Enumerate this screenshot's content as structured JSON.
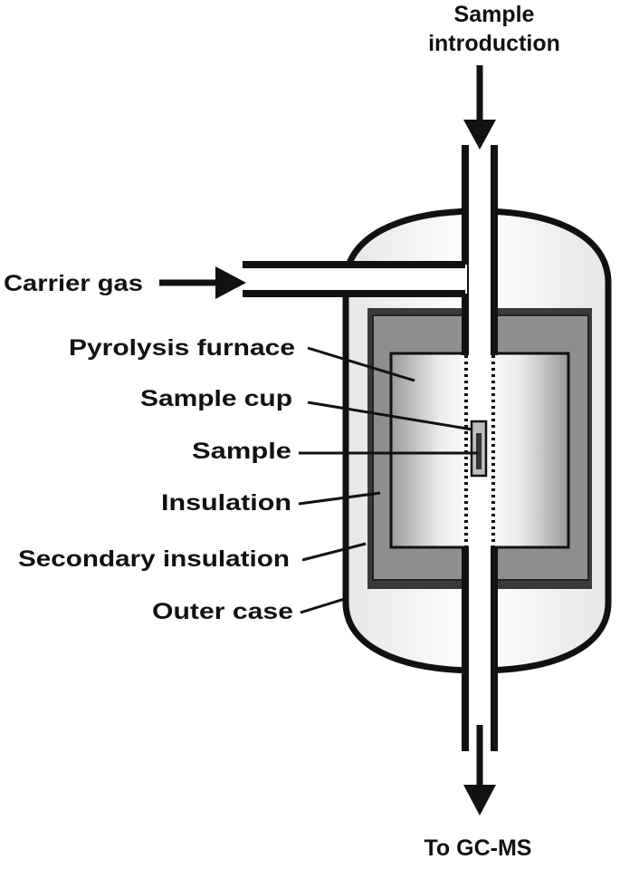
{
  "labels": {
    "sample_introduction_line1": "Sample",
    "sample_introduction_line2": "introduction",
    "carrier_gas": "Carrier gas",
    "pyrolysis_furnace": "Pyrolysis furnace",
    "sample_cup": "Sample cup",
    "sample": "Sample",
    "insulation": "Insulation",
    "secondary_insulation": "Secondary insulation",
    "outer_case": "Outer case",
    "to_gc_ms": "To GC-MS"
  },
  "colors": {
    "line": "#111111",
    "outer_case_fill": "#f2f2f2",
    "secondary_insulation": "#5a5a5a",
    "insulation": "#8a8a8a",
    "furnace_core": "#e8e8e8"
  }
}
